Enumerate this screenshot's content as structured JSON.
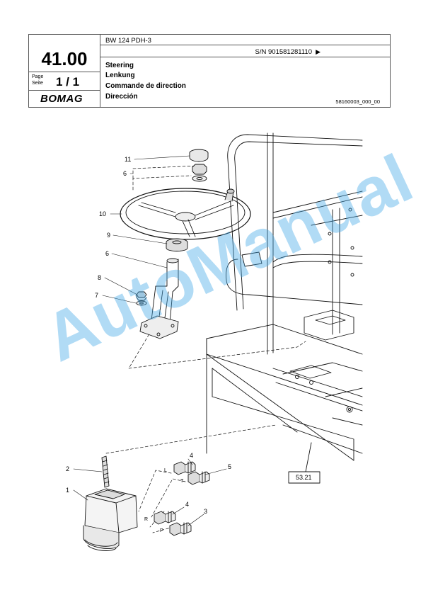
{
  "header": {
    "model": "BW 124 PDH-3",
    "serial": "S/N 901581281110",
    "section_number": "41.00",
    "page_label_1": "Page",
    "page_label_2": "Seite",
    "page_value": "1 / 1",
    "brand": "BOMAG",
    "titles": [
      "Steering",
      "Lenkung",
      "Commande de direction",
      "Dirección"
    ],
    "drawing_number": "58160003_000_00"
  },
  "callouts": {
    "p1": "1",
    "p2": "2",
    "p3": "3",
    "p4a": "4",
    "p4b": "4",
    "p5": "5",
    "p6a": "6",
    "p6b": "6",
    "p7": "7",
    "p8": "8",
    "p9": "9",
    "p10": "10",
    "p11": "11"
  },
  "ports": {
    "L": "L",
    "T": "T",
    "R": "R",
    "P": "P"
  },
  "reference": "53.21",
  "watermark": "AutoManual"
}
